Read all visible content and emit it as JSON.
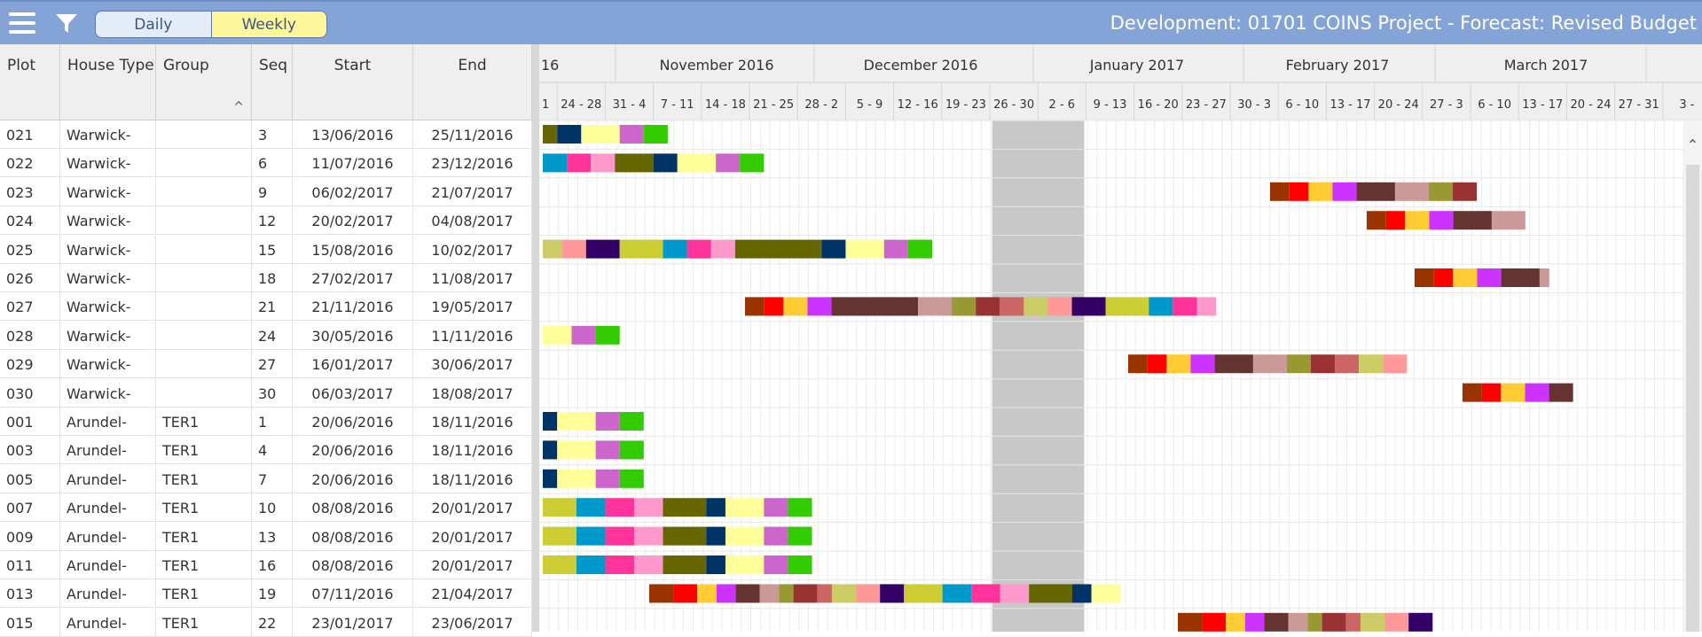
{
  "header": {
    "menu_icon": "hamburger-menu-icon",
    "filter_icon": "filter-icon",
    "view_toggle": {
      "daily_label": "Daily",
      "weekly_label": "Weekly",
      "selected": "Weekly"
    },
    "title": "Development: 01701 COINS Project - Forecast: Revised Budget",
    "bar_color": "#84a3d7"
  },
  "grid": {
    "columns": {
      "plot": "Plot",
      "house_type": "House Type",
      "group": "Group",
      "seq": "Seq",
      "start": "Start",
      "end": "End"
    },
    "sort_indicator": "^",
    "rows": [
      {
        "plot": "021",
        "house_type": "Warwick-",
        "group": "",
        "seq": "3",
        "start": "13/06/2016",
        "end": "25/11/2016"
      },
      {
        "plot": "022",
        "house_type": "Warwick-",
        "group": "",
        "seq": "6",
        "start": "11/07/2016",
        "end": "23/12/2016"
      },
      {
        "plot": "023",
        "house_type": "Warwick-",
        "group": "",
        "seq": "9",
        "start": "06/02/2017",
        "end": "21/07/2017"
      },
      {
        "plot": "024",
        "house_type": "Warwick-",
        "group": "",
        "seq": "12",
        "start": "20/02/2017",
        "end": "04/08/2017"
      },
      {
        "plot": "025",
        "house_type": "Warwick-",
        "group": "",
        "seq": "15",
        "start": "15/08/2016",
        "end": "10/02/2017"
      },
      {
        "plot": "026",
        "house_type": "Warwick-",
        "group": "",
        "seq": "18",
        "start": "27/02/2017",
        "end": "11/08/2017"
      },
      {
        "plot": "027",
        "house_type": "Warwick-",
        "group": "",
        "seq": "21",
        "start": "21/11/2016",
        "end": "19/05/2017"
      },
      {
        "plot": "028",
        "house_type": "Warwick-",
        "group": "",
        "seq": "24",
        "start": "30/05/2016",
        "end": "11/11/2016"
      },
      {
        "plot": "029",
        "house_type": "Warwick-",
        "group": "",
        "seq": "27",
        "start": "16/01/2017",
        "end": "30/06/2017"
      },
      {
        "plot": "030",
        "house_type": "Warwick-",
        "group": "",
        "seq": "30",
        "start": "06/03/2017",
        "end": "18/08/2017"
      },
      {
        "plot": "001",
        "house_type": "Arundel-",
        "group": "TER1",
        "seq": "1",
        "start": "20/06/2016",
        "end": "18/11/2016"
      },
      {
        "plot": "003",
        "house_type": "Arundel-",
        "group": "TER1",
        "seq": "4",
        "start": "20/06/2016",
        "end": "18/11/2016"
      },
      {
        "plot": "005",
        "house_type": "Arundel-",
        "group": "TER1",
        "seq": "7",
        "start": "20/06/2016",
        "end": "18/11/2016"
      },
      {
        "plot": "007",
        "house_type": "Arundel-",
        "group": "TER1",
        "seq": "10",
        "start": "08/08/2016",
        "end": "20/01/2017"
      },
      {
        "plot": "009",
        "house_type": "Arundel-",
        "group": "TER1",
        "seq": "13",
        "start": "08/08/2016",
        "end": "20/01/2017"
      },
      {
        "plot": "011",
        "house_type": "Arundel-",
        "group": "TER1",
        "seq": "16",
        "start": "08/08/2016",
        "end": "20/01/2017"
      },
      {
        "plot": "013",
        "house_type": "Arundel-",
        "group": "TER1",
        "seq": "19",
        "start": "07/11/2016",
        "end": "21/04/2017"
      },
      {
        "plot": "015",
        "house_type": "Arundel-",
        "group": "TER1",
        "seq": "22",
        "start": "23/01/2017",
        "end": "23/06/2017"
      }
    ]
  },
  "gantt": {
    "month_labels": [
      "16",
      "November 2016",
      "December 2016",
      "January 2017",
      "February 2017",
      "March 2017"
    ],
    "week_labels": [
      "1",
      "24 - 28",
      "31 - 4",
      "7 - 11",
      "14 - 18",
      "21 - 25",
      "28 - 2",
      "5 - 9",
      "12 - 16",
      "19 - 23",
      "26 - 30",
      "2 - 6",
      "9 - 13",
      "16 - 20",
      "23 - 27",
      "30 - 3",
      "6 - 10",
      "13 - 17",
      "20 - 24",
      "27 - 3",
      "6 - 10",
      "13 - 17",
      "20 - 24",
      "27 - 31",
      "3 -"
    ],
    "holiday_color": "#c8c8c8",
    "rows": [
      {
        "segments": [
          [
            "#666600",
            1.5
          ],
          [
            "#003366",
            2.5
          ],
          [
            "#ffff99",
            4
          ],
          [
            "#cc66cc",
            2.5
          ],
          [
            "#33cc00",
            2.5
          ]
        ]
      },
      {
        "segments": [
          [
            "#0099cc",
            2.5
          ],
          [
            "#ff3399",
            2.5
          ],
          [
            "#ff99cc",
            2.5
          ],
          [
            "#666600",
            4
          ],
          [
            "#003366",
            2.5
          ],
          [
            "#ffff99",
            4
          ],
          [
            "#cc66cc",
            2.5
          ],
          [
            "#33cc00",
            2.5
          ]
        ]
      },
      {
        "segments": [
          [
            "#993300",
            2
          ],
          [
            "#ff0000",
            2
          ],
          [
            "#ffcc33",
            2.5
          ],
          [
            "#cc33ff",
            2.5
          ],
          [
            "#663333",
            4
          ],
          [
            "#cc9999",
            3.5
          ],
          [
            "#999933",
            2.5
          ],
          [
            "#993333",
            2.5
          ]
        ]
      },
      {
        "segments": [
          [
            "#993300",
            2
          ],
          [
            "#ff0000",
            2
          ],
          [
            "#ffcc33",
            2.5
          ],
          [
            "#cc33ff",
            2.5
          ],
          [
            "#663333",
            4
          ],
          [
            "#cc9999",
            3.5
          ]
        ]
      },
      {
        "segments": [
          [
            "#cccc66",
            2
          ],
          [
            "#ff9999",
            2.5
          ],
          [
            "#330066",
            3.5
          ],
          [
            "#cccc33",
            4.5
          ],
          [
            "#0099cc",
            2.5
          ],
          [
            "#ff3399",
            2.5
          ],
          [
            "#ff99cc",
            2.5
          ],
          [
            "#666600",
            9
          ],
          [
            "#003366",
            2.5
          ],
          [
            "#ffff99",
            4
          ],
          [
            "#cc66cc",
            2.5
          ],
          [
            "#33cc00",
            2.5
          ]
        ]
      },
      {
        "segments": [
          [
            "#993300",
            2
          ],
          [
            "#ff0000",
            2
          ],
          [
            "#ffcc33",
            2.5
          ],
          [
            "#cc33ff",
            2.5
          ],
          [
            "#663333",
            4
          ],
          [
            "#cc9999",
            1
          ]
        ]
      },
      {
        "segments": [
          [
            "#993300",
            2
          ],
          [
            "#ff0000",
            2
          ],
          [
            "#ffcc33",
            2.5
          ],
          [
            "#cc33ff",
            2.5
          ],
          [
            "#663333",
            9
          ],
          [
            "#cc9999",
            3.5
          ],
          [
            "#999933",
            2.5
          ],
          [
            "#993333",
            2.5
          ],
          [
            "#cc6666",
            2.5
          ],
          [
            "#cccc66",
            2.5
          ],
          [
            "#ff9999",
            2.5
          ],
          [
            "#330066",
            3.5
          ],
          [
            "#cccc33",
            4.5
          ],
          [
            "#0099cc",
            2.5
          ],
          [
            "#ff3399",
            2.5
          ],
          [
            "#ff99cc",
            2
          ]
        ]
      },
      {
        "segments": [
          [
            "#ffff99",
            3
          ],
          [
            "#cc66cc",
            2.5
          ],
          [
            "#33cc00",
            2.5
          ]
        ]
      },
      {
        "segments": [
          [
            "#993300",
            2
          ],
          [
            "#ff0000",
            2
          ],
          [
            "#ffcc33",
            2.5
          ],
          [
            "#cc33ff",
            2.5
          ],
          [
            "#663333",
            4
          ],
          [
            "#cc9999",
            3.5
          ],
          [
            "#999933",
            2.5
          ],
          [
            "#993333",
            2.5
          ],
          [
            "#cc6666",
            2.5
          ],
          [
            "#cccc66",
            2.5
          ],
          [
            "#ff9999",
            2.5
          ]
        ]
      },
      {
        "segments": [
          [
            "#993300",
            2
          ],
          [
            "#ff0000",
            2
          ],
          [
            "#ffcc33",
            2.5
          ],
          [
            "#cc33ff",
            2.5
          ],
          [
            "#663333",
            2.5
          ]
        ]
      },
      {
        "segments": [
          [
            "#003366",
            1.5
          ],
          [
            "#ffff99",
            4
          ],
          [
            "#cc66cc",
            2.5
          ],
          [
            "#33cc00",
            2.5
          ]
        ]
      },
      {
        "segments": [
          [
            "#003366",
            1.5
          ],
          [
            "#ffff99",
            4
          ],
          [
            "#cc66cc",
            2.5
          ],
          [
            "#33cc00",
            2.5
          ]
        ]
      },
      {
        "segments": [
          [
            "#003366",
            1.5
          ],
          [
            "#ffff99",
            4
          ],
          [
            "#cc66cc",
            2.5
          ],
          [
            "#33cc00",
            2.5
          ]
        ]
      },
      {
        "segments": [
          [
            "#cccc33",
            3.5
          ],
          [
            "#0099cc",
            3
          ],
          [
            "#ff3399",
            3
          ],
          [
            "#ff99cc",
            3
          ],
          [
            "#666600",
            4.5
          ],
          [
            "#003366",
            2
          ],
          [
            "#ffff99",
            4
          ],
          [
            "#cc66cc",
            2.5
          ],
          [
            "#33cc00",
            2.5
          ]
        ]
      },
      {
        "segments": [
          [
            "#cccc33",
            3.5
          ],
          [
            "#0099cc",
            3
          ],
          [
            "#ff3399",
            3
          ],
          [
            "#ff99cc",
            3
          ],
          [
            "#666600",
            4.5
          ],
          [
            "#003366",
            2
          ],
          [
            "#ffff99",
            4
          ],
          [
            "#cc66cc",
            2.5
          ],
          [
            "#33cc00",
            2.5
          ]
        ]
      },
      {
        "segments": [
          [
            "#cccc33",
            3.5
          ],
          [
            "#0099cc",
            3
          ],
          [
            "#ff3399",
            3
          ],
          [
            "#ff99cc",
            3
          ],
          [
            "#666600",
            4.5
          ],
          [
            "#003366",
            2
          ],
          [
            "#ffff99",
            4
          ],
          [
            "#cc66cc",
            2.5
          ],
          [
            "#33cc00",
            2.5
          ]
        ]
      },
      {
        "segments": [
          [
            "#993300",
            2.5
          ],
          [
            "#ff0000",
            2.5
          ],
          [
            "#ffcc33",
            2
          ],
          [
            "#cc33ff",
            2
          ],
          [
            "#663333",
            2.5
          ],
          [
            "#cc9999",
            2
          ],
          [
            "#999933",
            1.5
          ],
          [
            "#993333",
            2.5
          ],
          [
            "#cc6666",
            1.5
          ],
          [
            "#cccc66",
            2.5
          ],
          [
            "#ff9999",
            2.5
          ],
          [
            "#330066",
            2.5
          ],
          [
            "#cccc33",
            4
          ],
          [
            "#0099cc",
            3
          ],
          [
            "#ff3399",
            3
          ],
          [
            "#ff99cc",
            3
          ],
          [
            "#666600",
            4.5
          ],
          [
            "#003366",
            2
          ],
          [
            "#ffff99",
            3
          ]
        ]
      },
      {
        "segments": [
          [
            "#993300",
            2.5
          ],
          [
            "#ff0000",
            2.5
          ],
          [
            "#ffcc33",
            2
          ],
          [
            "#cc33ff",
            2
          ],
          [
            "#663333",
            2.5
          ],
          [
            "#cc9999",
            2
          ],
          [
            "#999933",
            1.5
          ],
          [
            "#993333",
            2.5
          ],
          [
            "#cc6666",
            1.5
          ],
          [
            "#cccc66",
            2.5
          ],
          [
            "#ff9999",
            2.5
          ],
          [
            "#330066",
            2.5
          ]
        ]
      }
    ]
  }
}
